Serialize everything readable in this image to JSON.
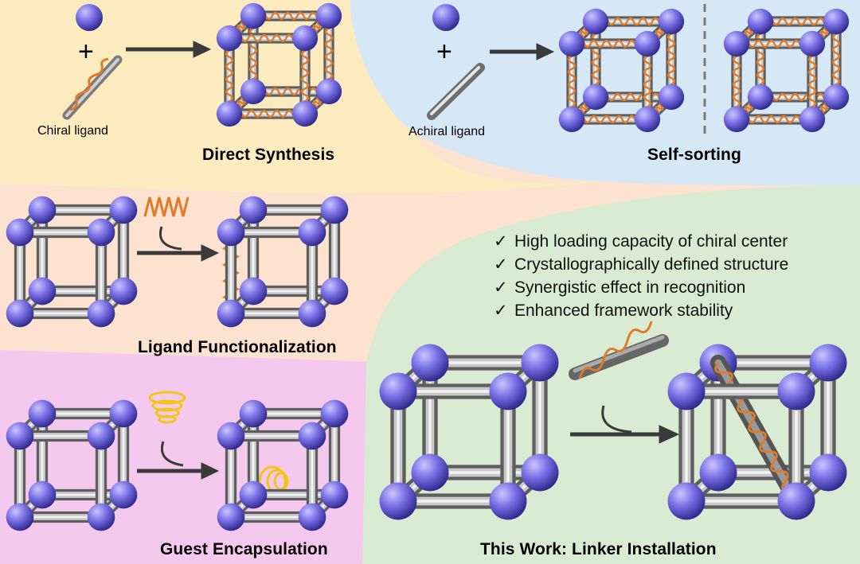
{
  "panels": {
    "direct_synthesis": {
      "title": "Direct Synthesis",
      "ligand_label": "Chiral ligand",
      "plus": "+"
    },
    "self_sorting": {
      "title": "Self-sorting",
      "ligand_label": "Achiral ligand",
      "plus": "+"
    },
    "ligand_functionalization": {
      "title": "Ligand Functionalization"
    },
    "guest_encapsulation": {
      "title": "Guest Encapsulation"
    },
    "linker_installation": {
      "title": "This Work: Linker Installation"
    }
  },
  "features": {
    "check": "✓",
    "items": [
      "High loading capacity of chiral center",
      "Crystallographically defined structure",
      "Synergistic effect in recognition",
      "Enhanced framework stability"
    ]
  },
  "colors": {
    "yellow_bg": "#fdebc0",
    "blue_bg": "#d6e7f5",
    "peach_bg": "#fde3cf",
    "pink_bg": "#f5c9ee",
    "green_bg": "#d9ebd2",
    "node": "#7b72e6",
    "rod": "#a6a6a6",
    "helix": "#e07b2a",
    "guest": "#f2c51b",
    "arrow": "#3a3a3a"
  }
}
